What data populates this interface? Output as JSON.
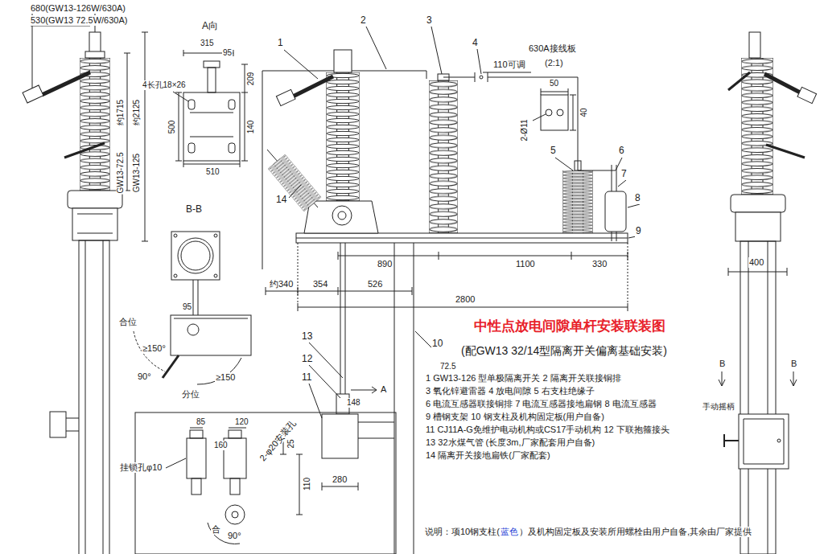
{
  "diagram": {
    "title": "中性点放电间隙单杆安装联装图",
    "labels": [
      "680(GW13-126W/630A)",
      "530(GW13 72.5W/630A)",
      "约1715",
      "约2125",
      "GW13-72.5",
      "GW13-125",
      "A向",
      "315",
      "95",
      "4长孔18×26",
      "209",
      "500",
      "140",
      "510",
      "B-B",
      "95",
      "合位",
      "≥150°",
      "90°",
      "≥150",
      "分位",
      "85",
      "120",
      "2-φ20安装孔",
      "160",
      "25",
      "挂锁孔φ10",
      "110",
      "合",
      "90°",
      "1",
      "2",
      "3",
      "4",
      "14",
      "110可调",
      "5",
      "6",
      "7",
      "8",
      "9",
      "890",
      "1100",
      "330",
      "约340",
      "354",
      "526",
      "2800",
      "10",
      "13",
      "12",
      "11",
      "A",
      "148",
      "280",
      "630A接线板",
      "(2:1)",
      "50",
      "2-Ø11",
      "40",
      "400",
      "B",
      "B",
      "手动摇柄",
      "(配GW13 32/14型隔离开关偏离基础安装)",
      "72.5",
      "1 GW13-126 型单极隔离开关 2 隔离开关联接铜排",
      "3 氧化锌避雷器 4 放电间隙 5 右支柱绝缘子",
      "6 电流互感器联接铜排 7 电流互感器接地扁钢 8 电流互感器",
      "9 槽钢支架 10 钢支柱及机构固定板(用户自备)",
      "11 CJ11A-G免维护电动机构或CS17手动机构 12 下联抱箍接头",
      "13 32水煤气管 (长度3m,厂家配套用户自备)",
      "14 隔离开关接地扁铁(厂家配套)",
      "说明：项10钢支柱(",
      "蓝色",
      "）及机构固定板及安装所用螺栓由用户自备,其余由厂家提供"
    ]
  }
}
